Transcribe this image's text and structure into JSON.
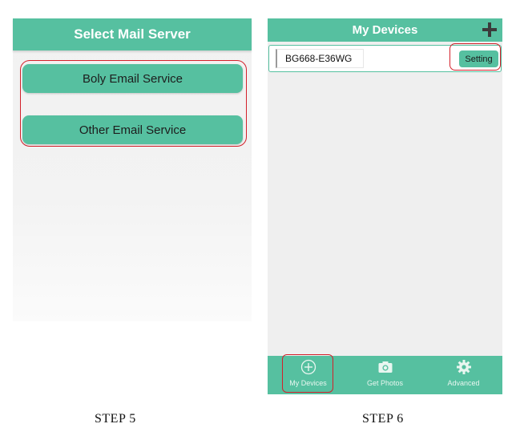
{
  "step5": {
    "title": "Select Mail Server",
    "buttons": [
      "Boly Email Service",
      "Other Email Service"
    ],
    "caption": "STEP 5"
  },
  "step6": {
    "title": "My Devices",
    "device": {
      "name": "BG668-E36WG",
      "setting_label": "Setting"
    },
    "tabs": [
      {
        "label": "My Devices",
        "icon": "add-device-icon"
      },
      {
        "label": "Get Photos",
        "icon": "camera-icon"
      },
      {
        "label": "Advanced",
        "icon": "gear-icon"
      }
    ],
    "caption": "STEP 6"
  },
  "colors": {
    "accent": "#56c0a0",
    "highlight": "#d3202a",
    "background": "#efefef"
  }
}
